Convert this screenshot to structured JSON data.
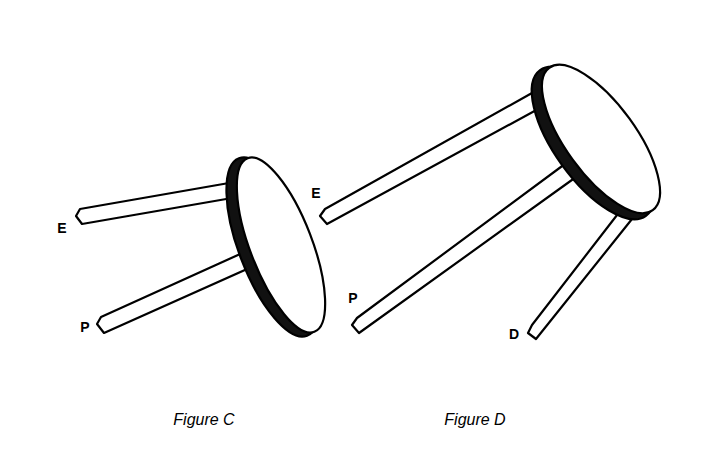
{
  "diagram": {
    "labels": [
      "E",
      "P",
      "E",
      "P",
      "D",
      "Figure C",
      "Figure D"
    ]
  }
}
